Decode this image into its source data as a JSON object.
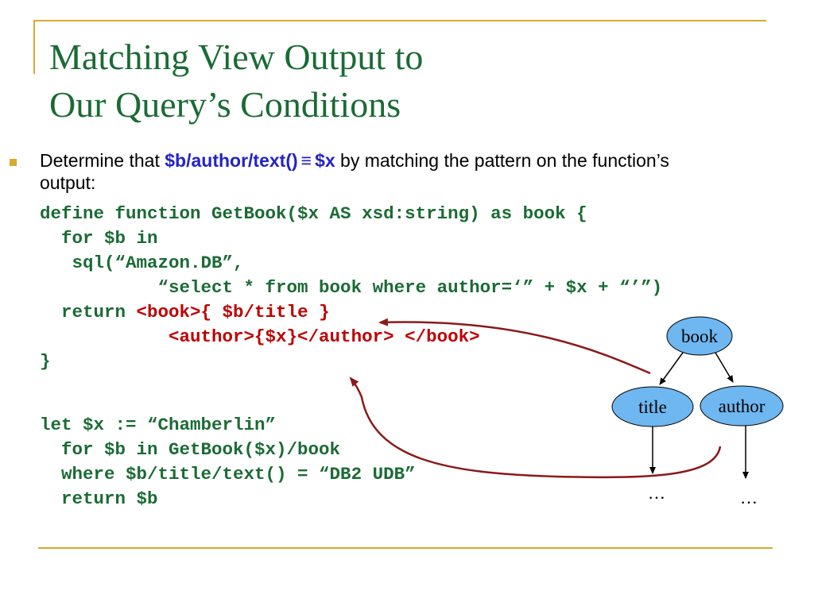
{
  "slide": {
    "title_line1": "Matching View Output to",
    "title_line2": "Our Query’s Conditions",
    "bullet": {
      "prefix": "Determine that ",
      "expr_left": "$b/author/text()",
      "equiv_symbol": "≡",
      "expr_right": "$x",
      "suffix": " by matching the pattern on the function’s",
      "line2": "output:"
    },
    "code_block_1": [
      "define function GetBook($x AS xsd:string) as book {",
      "  for $b in",
      "   sql(“Amazon.DB”,",
      "           “select * from book where author=‘” + $x + “’”)",
      "  return ",
      "            <author>{$x}</author> </book>",
      "}"
    ],
    "code_return_red": "<book>{ $b/title }",
    "code_block_2": [
      "let $x := “Chamberlin”",
      "  for $b in GetBook($x)/book",
      "  where $b/title/text() = “DB2 UDB”",
      "  return $b"
    ],
    "tree": {
      "root": "book",
      "child_left": "title",
      "child_right": "author",
      "leaf_left": "…",
      "leaf_right": "…"
    },
    "colors": {
      "title": "#1a6b34",
      "code": "#1a6b34",
      "code_highlight": "#c00000",
      "bullet_highlight": "#2323c8",
      "frame": "#d9a92e",
      "node_fill": "#6fb7f0",
      "arrow": "#8b1a1a"
    }
  }
}
